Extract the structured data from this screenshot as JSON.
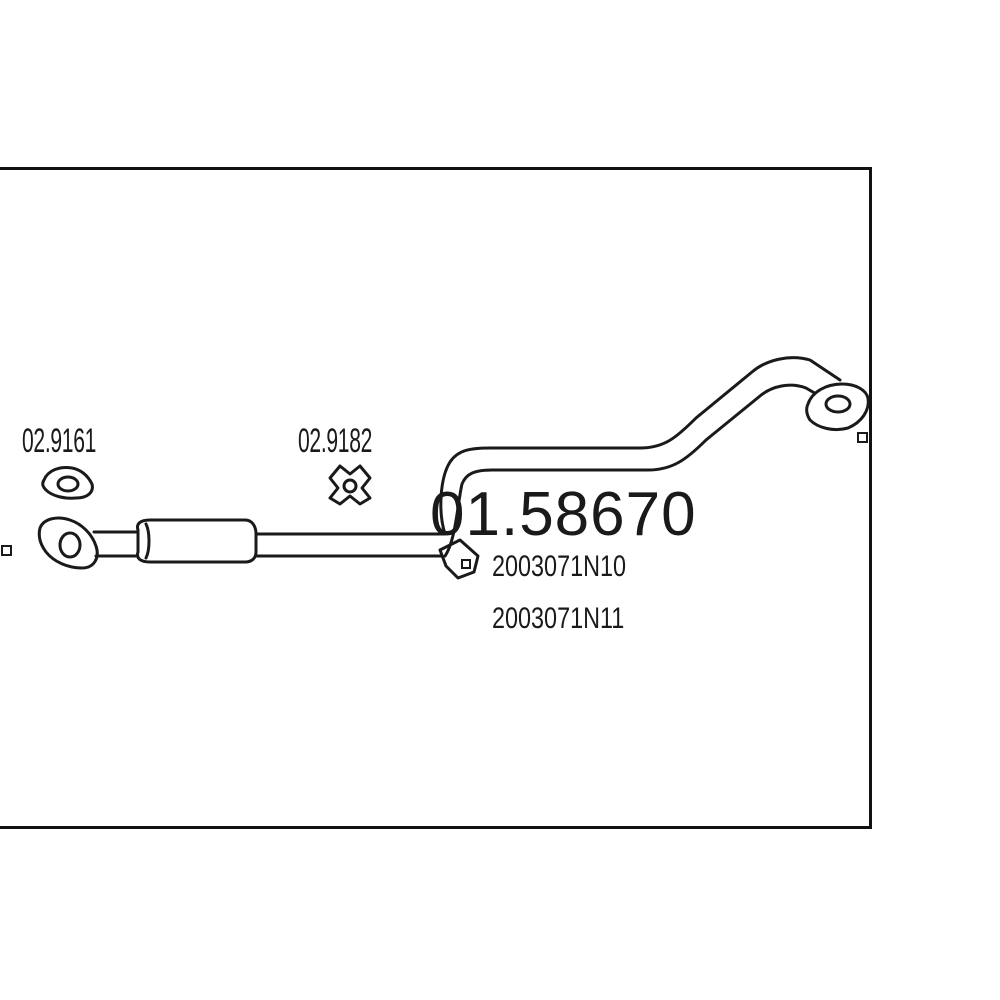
{
  "labels": {
    "gasket_code": "02.9161",
    "clamp_code": "02.9182",
    "main_part_number": "01.58670",
    "oem_ref_1": "2003071N10",
    "oem_ref_2": "2003071N11"
  },
  "colors": {
    "line": "#1a1a1a",
    "background": "#ffffff"
  }
}
